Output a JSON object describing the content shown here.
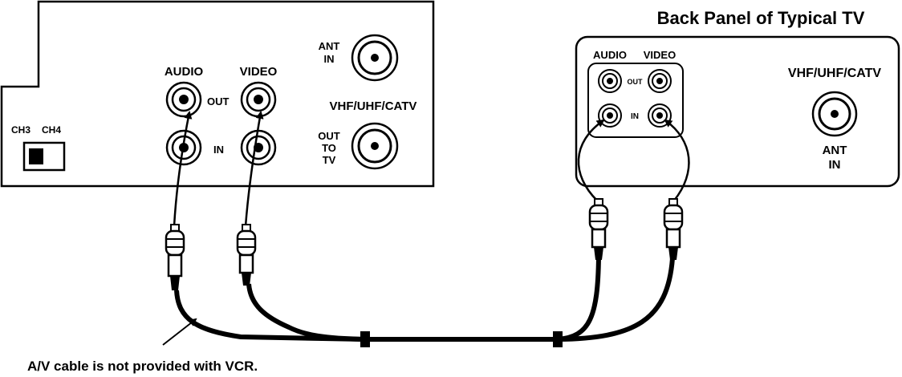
{
  "vcr": {
    "audio_label": "AUDIO",
    "video_label": "VIDEO",
    "out_label": "OUT",
    "in_label": "IN",
    "ch3_label": "CH3",
    "ch4_label": "CH4",
    "ant_in_line1": "ANT",
    "ant_in_line2": "IN",
    "rf_label": "VHF/UHF/CATV",
    "out_to_tv_line1": "OUT",
    "out_to_tv_line2": "TO",
    "out_to_tv_line3": "TV"
  },
  "tv": {
    "title": "Back Panel of Typical TV",
    "audio_label": "AUDIO",
    "video_label": "VIDEO",
    "out_label": "OUT",
    "in_label": "IN",
    "rf_label": "VHF/UHF/CATV",
    "ant_line1": "ANT",
    "ant_line2": "IN"
  },
  "caption": "A/V cable is not provided with VCR."
}
